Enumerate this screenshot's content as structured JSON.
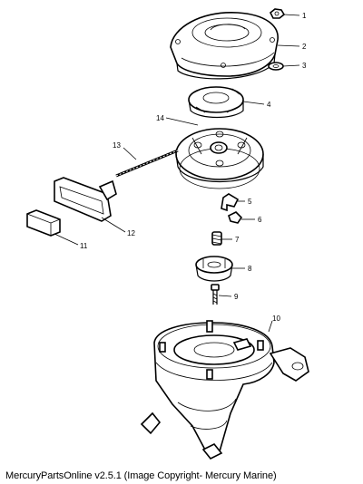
{
  "diagram": {
    "callouts": [
      {
        "id": "p1",
        "label": "1"
      },
      {
        "id": "p2",
        "label": "2"
      },
      {
        "id": "p3",
        "label": "3"
      },
      {
        "id": "p4",
        "label": "4"
      },
      {
        "id": "p5",
        "label": "5"
      },
      {
        "id": "p6",
        "label": "6"
      },
      {
        "id": "p7",
        "label": "7"
      },
      {
        "id": "p8",
        "label": "8"
      },
      {
        "id": "p9",
        "label": "9"
      },
      {
        "id": "p10",
        "label": "10"
      },
      {
        "id": "p11",
        "label": "11"
      },
      {
        "id": "p12",
        "label": "12"
      },
      {
        "id": "p13",
        "label": "13"
      },
      {
        "id": "p14",
        "label": "14"
      }
    ]
  },
  "caption": "MercuryPartsOnline v2.5.1 (Image Copyright- Mercury Marine)"
}
